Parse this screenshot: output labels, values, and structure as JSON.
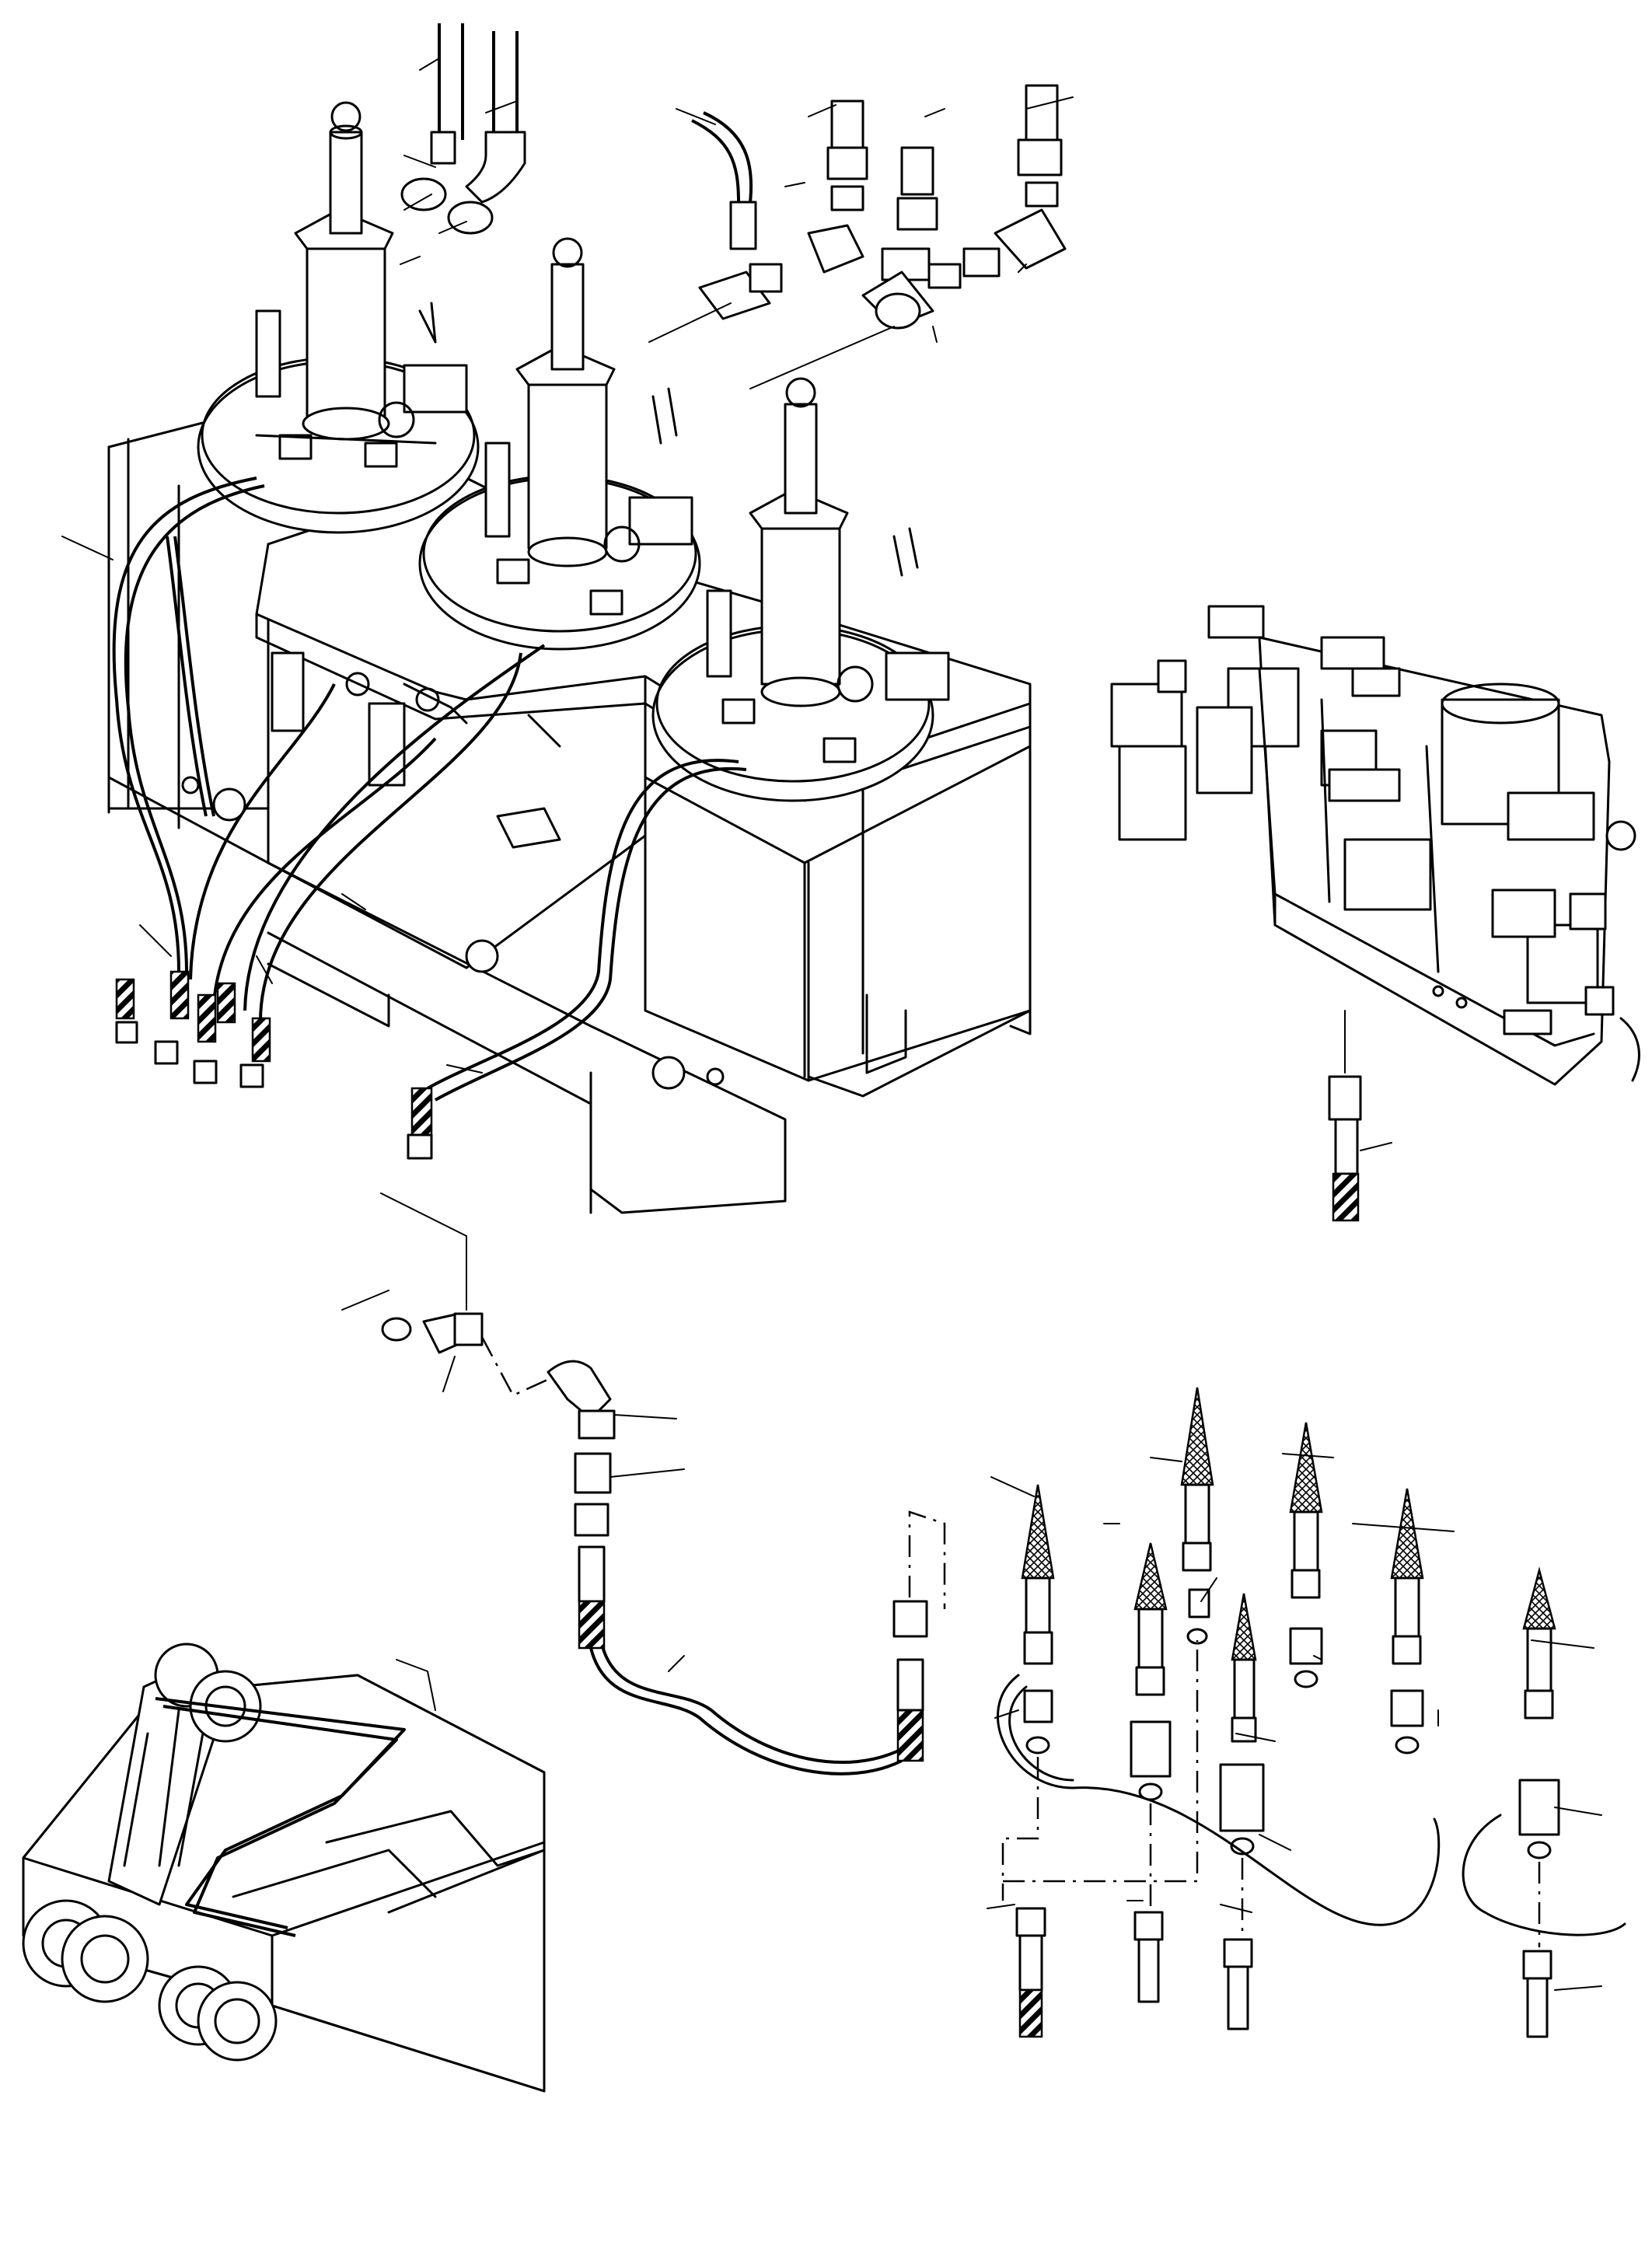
{
  "figure": {
    "kind": "exploded parts illustration",
    "labels": []
  },
  "assemblies": [
    {
      "id": "reservoir-tank-assembly",
      "callout_leaders": 24
    },
    {
      "id": "valve-manifold-assembly",
      "callout_leaders": 2
    },
    {
      "id": "machine-frame-hose-routing",
      "callout_leaders": 1
    },
    {
      "id": "adapter-and-hose-exploded-view",
      "callout_leaders": 8
    },
    {
      "id": "grease-fitting-hose-ends",
      "callout_leaders": 20
    }
  ],
  "colors": {
    "line": "#000000",
    "background": "#ffffff"
  }
}
